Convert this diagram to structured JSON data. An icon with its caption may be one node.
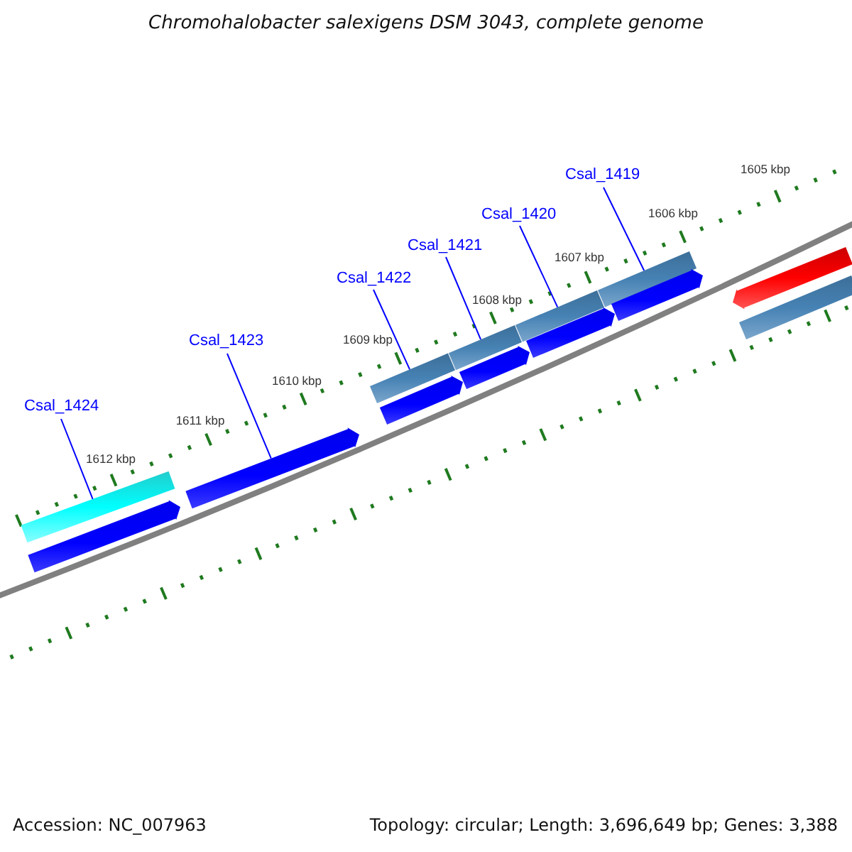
{
  "diagram": {
    "title": "Chromohalobacter salexigens DSM 3043, complete genome",
    "nodes": [
      {
        "text": [
          "Csal_1424"
        ]
      },
      {
        "text": [
          "Csal_1423"
        ]
      },
      {
        "text": [
          "Csal_1422"
        ]
      },
      {
        "text": [
          "Csal_1421"
        ]
      },
      {
        "text": [
          "Csal_1420"
        ]
      },
      {
        "text": [
          "Csal_1419"
        ]
      },
      {
        "text": [],
        "shape": "bar"
      },
      {
        "text": [],
        "shape": "arrow"
      },
      {
        "text": [],
        "shape": "arrow"
      },
      {
        "text": [],
        "shape": "bar"
      },
      {
        "text": [],
        "shape": "arrow"
      },
      {
        "text": [],
        "shape": "bar"
      },
      {
        "text": [],
        "shape": "arrow"
      },
      {
        "text": [],
        "shape": "bar"
      },
      {
        "text": [],
        "shape": "arrow"
      },
      {
        "text": [],
        "shape": "bar"
      },
      {
        "text": [],
        "shape": "arrow"
      },
      {
        "text": [],
        "shape": "arrow"
      },
      {
        "text": [],
        "shape": "bar"
      }
    ],
    "edges": [
      {
        "from": 0,
        "to": 6,
        "arrow": "none"
      },
      {
        "from": 1,
        "to": 8,
        "arrow": "none"
      },
      {
        "from": 2,
        "to": 9,
        "arrow": "none"
      },
      {
        "from": 3,
        "to": 11,
        "arrow": "none"
      },
      {
        "from": 4,
        "to": 13,
        "arrow": "none"
      },
      {
        "from": 5,
        "to": 15,
        "arrow": "none"
      }
    ],
    "labels": [
      "1605 kbp",
      "1606 kbp",
      "1607 kbp",
      "1608 kbp",
      "1609 kbp",
      "1610 kbp",
      "1611 kbp",
      "1612 kbp",
      "Accession: NC_007963",
      "Topology: circular; Length: 3,696,649 bp; Genes: 3,388"
    ]
  }
}
